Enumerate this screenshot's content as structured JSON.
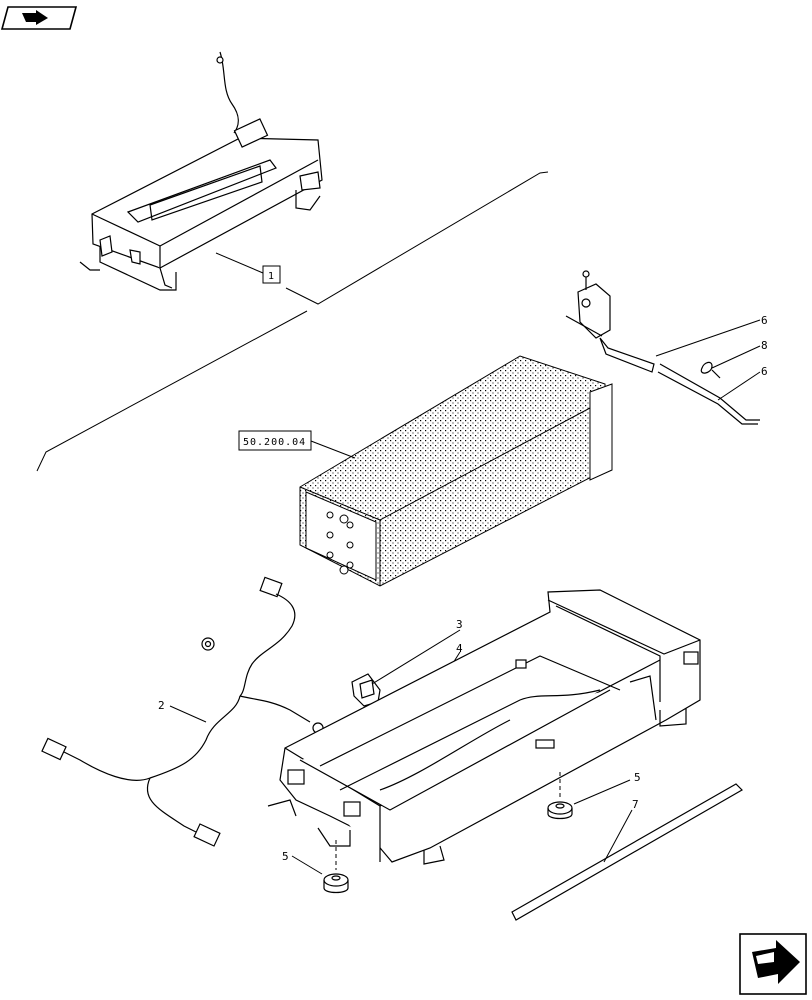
{
  "diagram": {
    "ref_box_main": "1",
    "ref_box_core": "50.200.04",
    "callouts": {
      "c2": "2",
      "c3": "3",
      "c4": "4",
      "c5a": "5",
      "c5b": "5",
      "c6a": "6",
      "c6b": "6",
      "c7": "7",
      "c8": "8"
    }
  },
  "icons": {
    "top_left": "previous-page-arrow-icon",
    "bottom_right": "next-page-arrow-icon"
  },
  "colors": {
    "line": "#000000",
    "background": "#ffffff"
  }
}
